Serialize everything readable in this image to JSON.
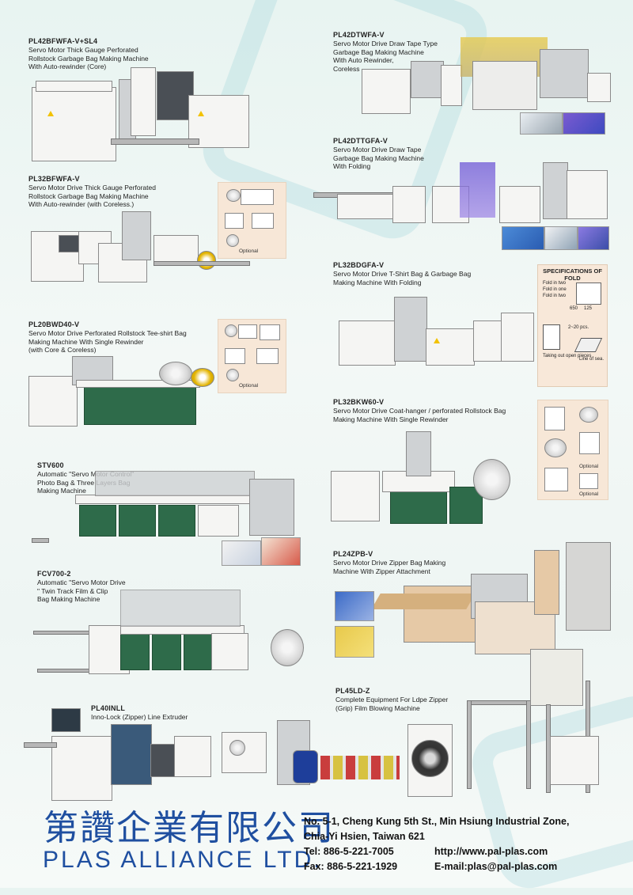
{
  "products": [
    {
      "code": "PL42BFWFA-V+SL4",
      "lines": [
        "Servo Motor Thick Gauge Perforated",
        "Rollstock Garbage Bag Making Machine",
        "With Auto-rewinder (Core)"
      ]
    },
    {
      "code": "PL42DTWFA-V",
      "lines": [
        "Servo Motor Drive Draw Tape Type",
        "Garbage Bag Making Machine",
        "With Auto Rewinder,",
        "Coreless"
      ]
    },
    {
      "code": "PL42DTTGFA-V",
      "lines": [
        "Servo Motor Drive Draw Tape",
        "Garbage Bag Making Machine",
        "With Folding"
      ]
    },
    {
      "code": "PL32BFWFA-V",
      "lines": [
        "Servo Motor Drive Thick Gauge Perforated",
        "Rollstock Garbage Bag Making Machine",
        "With Auto-rewinder (with Coreless.)"
      ]
    },
    {
      "code": "PL32BDGFA-V",
      "lines": [
        "Servo Motor Drive T-Shirt Bag & Garbage Bag",
        "Making Machine With Folding"
      ]
    },
    {
      "code": "PL20BWD40-V",
      "lines": [
        "Servo Motor Drive Perforated Rollstock Tee-shirt Bag",
        "Making Machine With Single Rewinder",
        "(with Core & Coreless)"
      ]
    },
    {
      "code": "PL32BKW60-V",
      "lines": [
        "Servo Motor Drive Coat-hanger / perforated Rollstock Bag",
        "Making Machine With Single Rewinder"
      ]
    },
    {
      "code": "STV600",
      "lines": [
        "Automatic \"Servo Motor Control\"",
        "Photo Bag & Three Layers Bag",
        "Making Machine"
      ]
    },
    {
      "code": "PL24ZPB-V",
      "lines": [
        "Servo Motor Drive Zipper Bag Making",
        "Machine With Zipper Attachment"
      ]
    },
    {
      "code": "FCV700-2",
      "lines": [
        "Automatic \"Servo Motor Drive",
        "\" Twin Track Film & Clip",
        "Bag Making Machine"
      ]
    },
    {
      "code": "PL40INLL",
      "lines": [
        "Inno-Lock (Zipper) Line Extruder"
      ]
    },
    {
      "code": "PL45LD-Z",
      "lines": [
        "Complete Equipment For Ldpe Zipper",
        "(Grip) Film Blowing Machine"
      ]
    }
  ],
  "optional_label": "Optional",
  "spec_fold": {
    "title": "SPECIFICATIONS OF FOLD",
    "rows": [
      "Fold in two",
      "Fold in one",
      "Fold in two",
      "650",
      "125"
    ],
    "pcs": "2~20 pcs.",
    "taking": "Taking out open pieces",
    "line": "Line of sea."
  },
  "company": {
    "chinese_name": "第讚企業有限公司",
    "english_name": "PLAS ALLIANCE LTD.",
    "address_line1": "No. 5-1, Cheng Kung 5th St., Min Hsiung Industrial Zone,",
    "address_line2": "Chia-Yi Hsien, Taiwan 621",
    "tel": "Tel: 886-5-221-7005",
    "fax": "Fax: 886-5-221-1929",
    "web": "http://www.pal-plas.com",
    "email": "E-mail:plas@pal-plas.com"
  },
  "colors": {
    "brand_blue": "#1f4fa0",
    "machine_green": "#2e6b4a",
    "background": "#eef5f3"
  }
}
